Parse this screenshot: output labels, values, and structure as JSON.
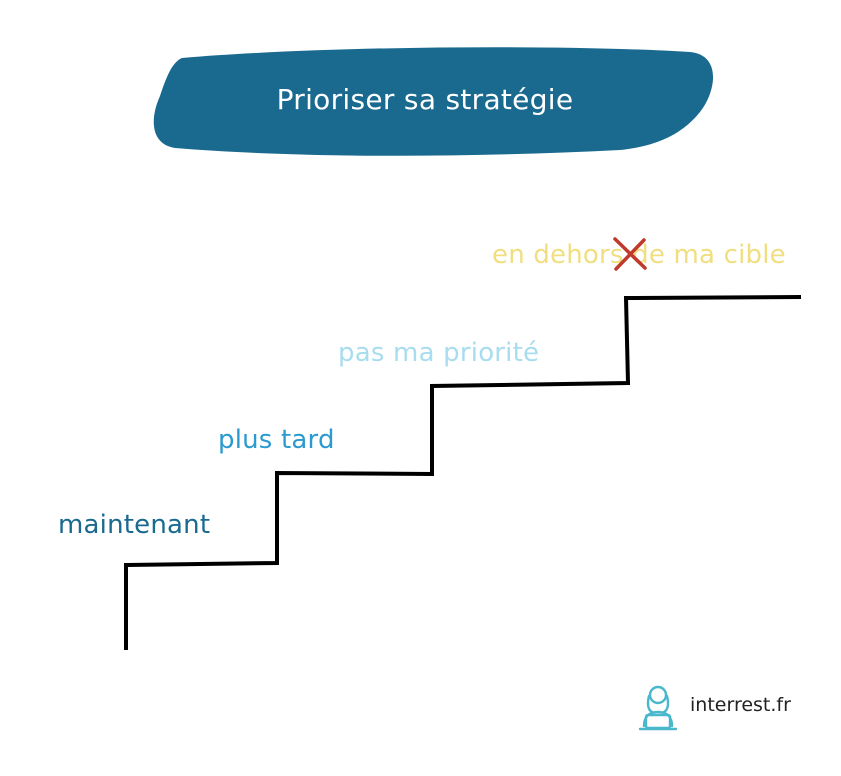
{
  "title": "Prioriser sa stratégie",
  "steps": [
    {
      "label": "maintenant",
      "color": "#1a6a90"
    },
    {
      "label": "plus tard",
      "color": "#2a9ad0"
    },
    {
      "label": "pas ma priorité",
      "color": "#a8dcef"
    },
    {
      "label": "en dehors de ma cible",
      "color": "#f0de80"
    }
  ],
  "banner_color": "#1a6a90",
  "cross_color": "#c0392b",
  "footer": {
    "brand": "interrest.fr",
    "icon": "person-with-laptop-icon",
    "icon_color": "#4ab8cc"
  }
}
